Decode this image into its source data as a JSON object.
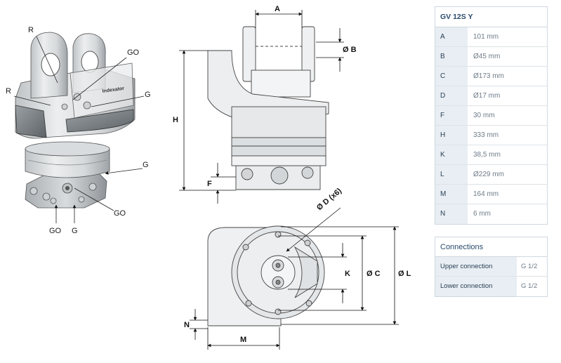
{
  "spec_table": {
    "title": "GV 12S Y",
    "rows": [
      {
        "key": "A",
        "value": "101 mm"
      },
      {
        "key": "B",
        "value": "Ø45 mm"
      },
      {
        "key": "C",
        "value": "Ø173 mm"
      },
      {
        "key": "D",
        "value": "Ø17 mm"
      },
      {
        "key": "F",
        "value": "30 mm"
      },
      {
        "key": "H",
        "value": "333 mm"
      },
      {
        "key": "K",
        "value": "38,5 mm"
      },
      {
        "key": "L",
        "value": "Ø229 mm"
      },
      {
        "key": "M",
        "value": "164 mm"
      },
      {
        "key": "N",
        "value": "6 mm"
      }
    ]
  },
  "connections": {
    "title": "Connections",
    "rows": [
      {
        "key": "Upper connection",
        "value": "G 1/2"
      },
      {
        "key": "Lower connection",
        "value": "G 1/2"
      }
    ]
  },
  "iso_view": {
    "labels": {
      "r_top": "R",
      "r_left": "R",
      "go_top": "GO",
      "g_right": "G",
      "g_mid": "G",
      "go_bottom_right": "GO",
      "go_bottom": "GO",
      "g_bottom": "G"
    },
    "brand": "Indexator"
  },
  "side_view": {
    "dims": {
      "a": "A",
      "b": "Ø B",
      "h": "H",
      "f": "F"
    }
  },
  "top_view": {
    "dims": {
      "d": "Ø D (x6)",
      "k": "K",
      "c": "Ø C",
      "l": "Ø L",
      "n": "N",
      "m": "M"
    }
  },
  "colors": {
    "table_header_bg": "#e8eef3",
    "table_border": "#cfd8e0",
    "title_text": "#2a4a6a",
    "value_text": "#6d7b88"
  }
}
